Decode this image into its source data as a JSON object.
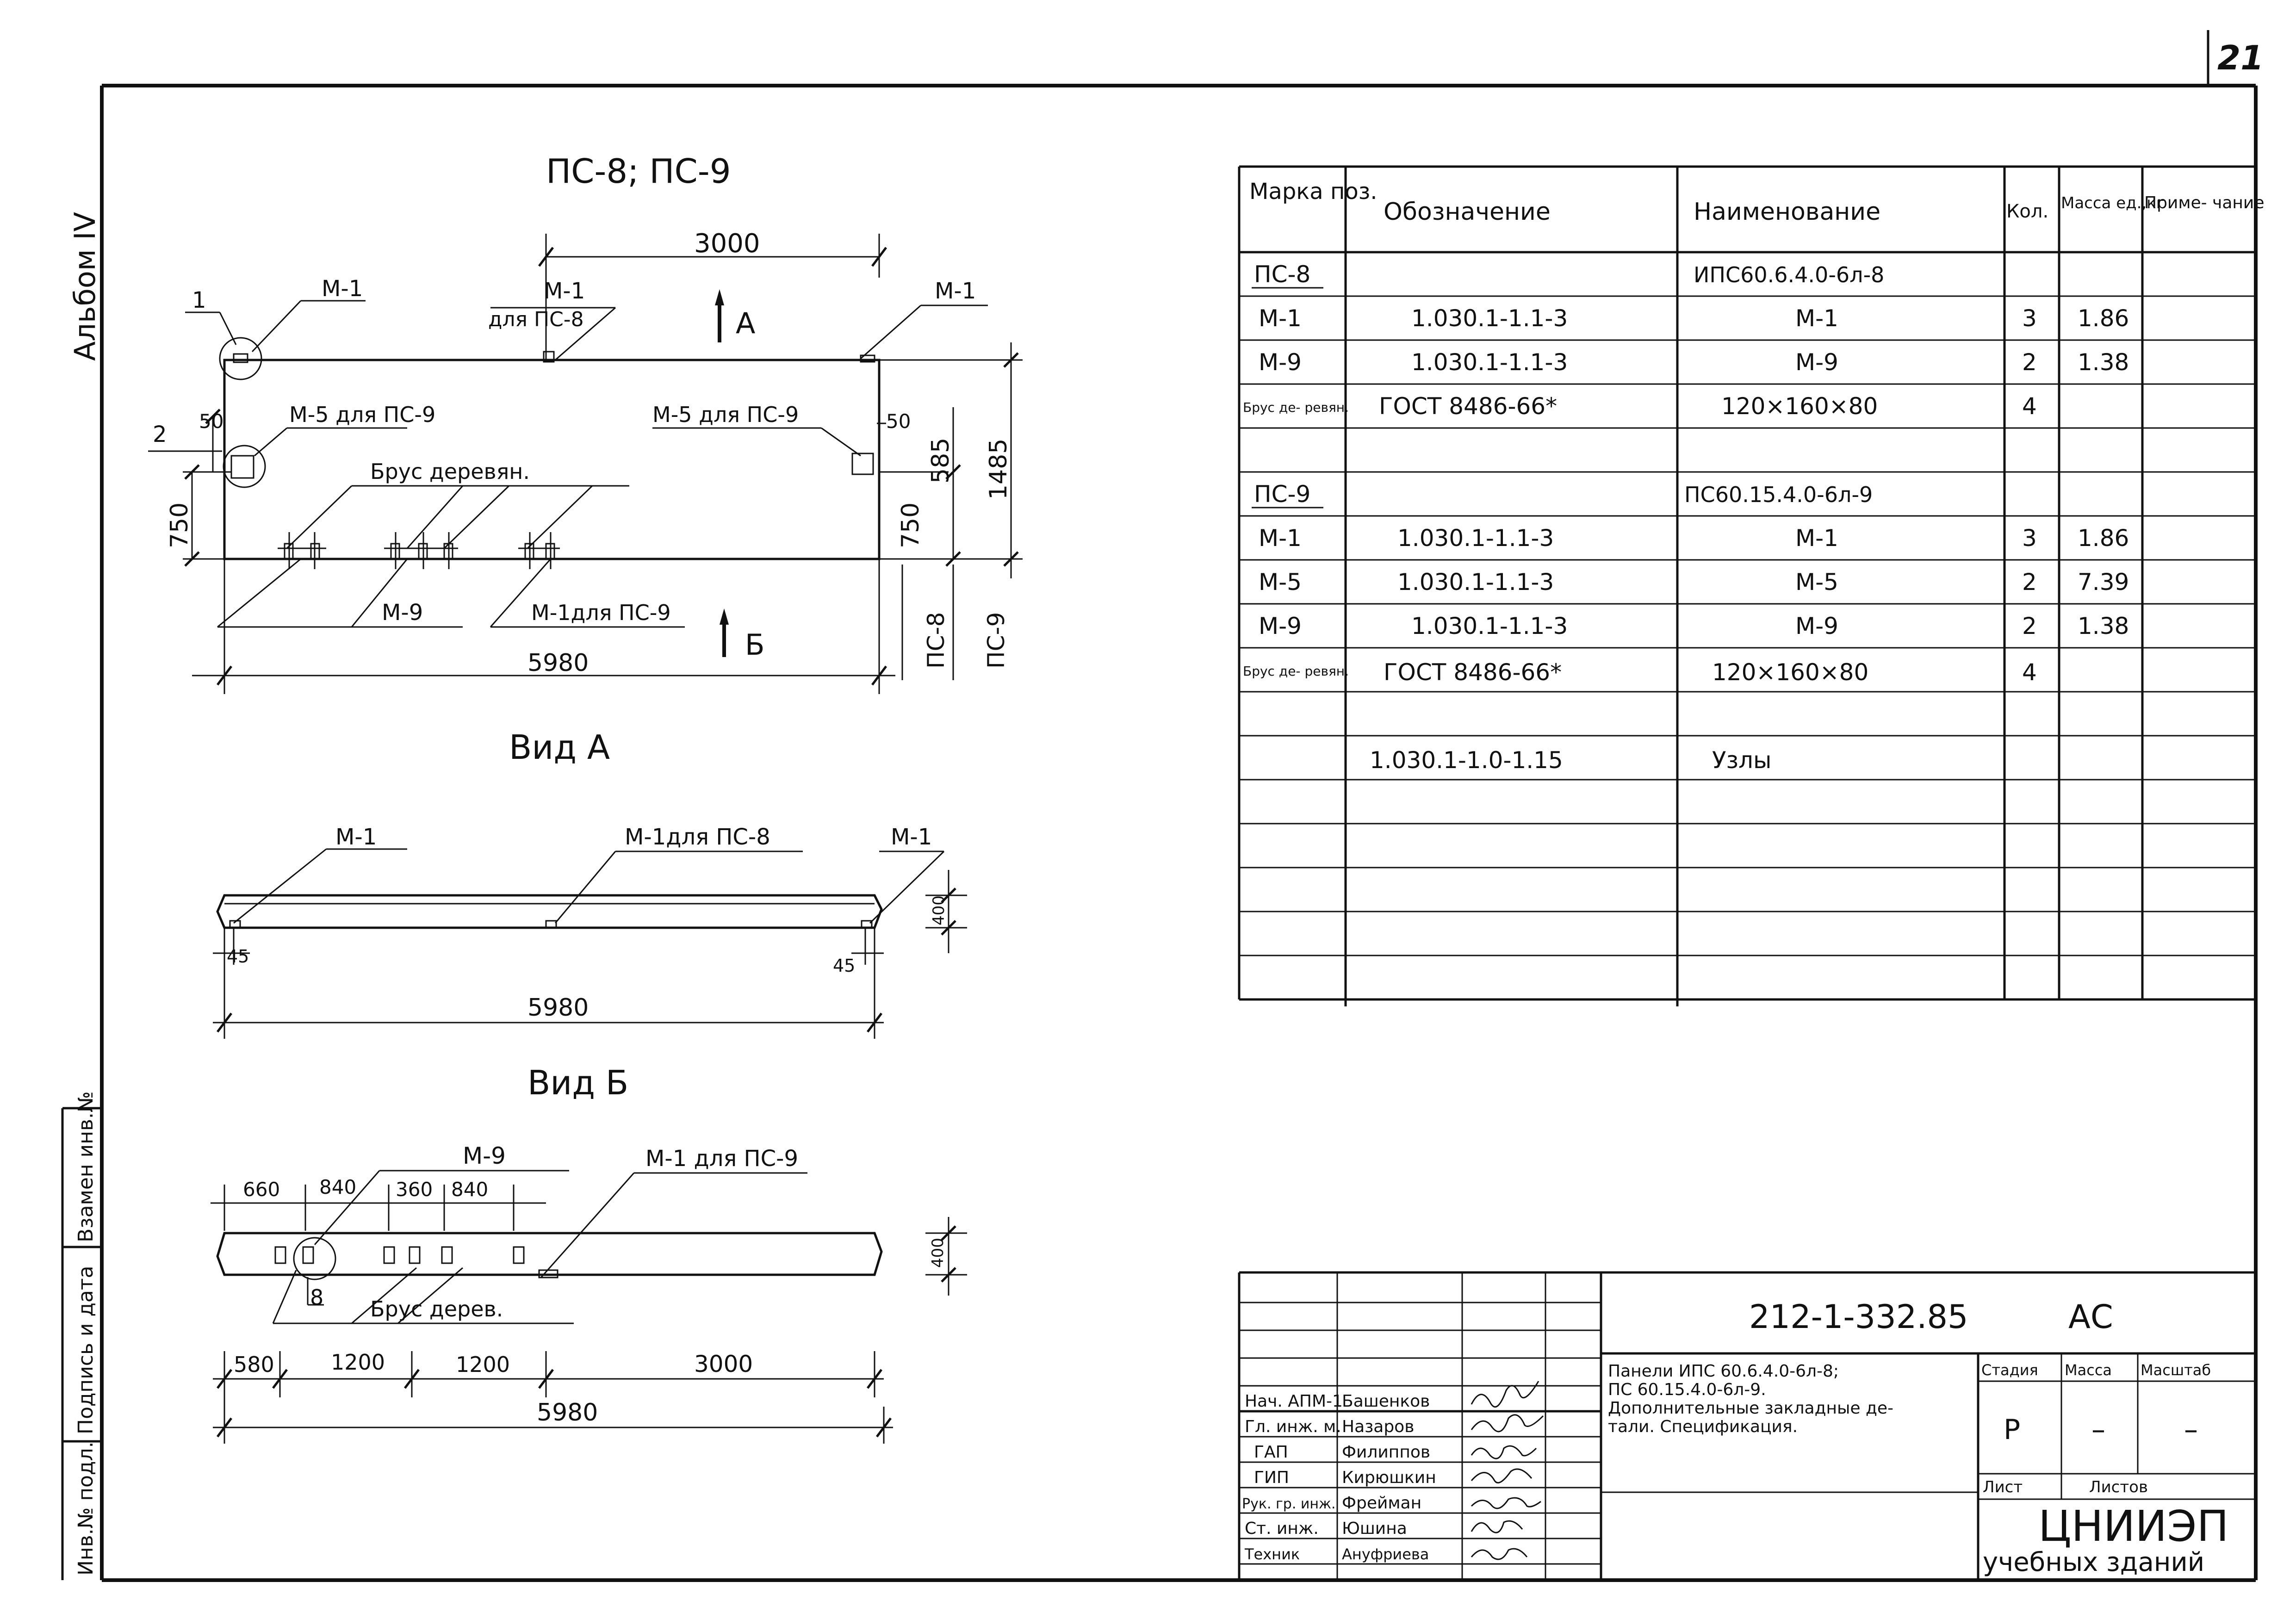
{
  "sheet": {
    "number": "21",
    "album": "Альбом IV",
    "side_stamp": [
      "Инв.№ подл.",
      "Подпись и дата",
      "Взамен инв.№"
    ]
  },
  "drawing_main": {
    "title": "ПС-8; ПС-9",
    "dim_3000": "3000",
    "dim_5980": "5980",
    "dim_1485": "1485",
    "dim_585": "585",
    "dim_750_left": "750",
    "dim_750_right": "750",
    "dim_50_left": "50",
    "dim_50_right": "50",
    "label_m1_left": "М-1",
    "label_m1_center": "М-1",
    "label_m1_center_sub": "для ПС-8",
    "label_m1_right": "М-1",
    "label_m5_left": "М-5 для ПС-9",
    "label_m5_right": "М-5 для ПС-9",
    "label_brus": "Брус деревян.",
    "label_m9": "М-9",
    "label_m1_ps9": "М-1для ПС-9",
    "pos_1": "1",
    "pos_2": "2",
    "view_a": "А",
    "view_b": "Б",
    "side_ps8": "ПС-8",
    "side_ps9": "ПС-9"
  },
  "view_a": {
    "title": "Вид А",
    "label_m1_left": "М-1",
    "label_m1_center": "М-1для ПС-8",
    "label_m1_right": "М-1",
    "dim_45_left": "45",
    "dim_45_right": "45",
    "dim_400": "400",
    "dim_5980": "5980"
  },
  "view_b": {
    "title": "Вид Б",
    "dim_660": "660",
    "dim_840_a": "840",
    "dim_360": "360",
    "dim_840_b": "840",
    "label_m9": "М-9",
    "label_m1_ps9": "М-1 для ПС-9",
    "pos_8": "8",
    "label_brus": "Брус дерев.",
    "dim_400": "400",
    "dim_580": "580",
    "dim_1200_a": "1200",
    "dim_1200_b": "1200",
    "dim_3000": "3000",
    "dim_5980": "5980"
  },
  "spec": {
    "headers": [
      "Марка поз.",
      "Обозначение",
      "Наименование",
      "Кол.",
      "Масса ед.,кг",
      "Приме- чание"
    ],
    "rows": [
      {
        "mark": "ПС-8",
        "des": "",
        "name": "ИПС60.6.4.0-6л-8",
        "qty": "",
        "mass": ""
      },
      {
        "mark": "М-1",
        "des": "1.030.1-1.1-3",
        "name": "М-1",
        "qty": "3",
        "mass": "1.86"
      },
      {
        "mark": "М-9",
        "des": "1.030.1-1.1-3",
        "name": "М-9",
        "qty": "2",
        "mass": "1.38"
      },
      {
        "mark": "Брус де- ревян.",
        "des": "ГОСТ 8486-66*",
        "name": "120×160×80",
        "qty": "4",
        "mass": ""
      },
      {
        "mark": "",
        "des": "",
        "name": "",
        "qty": "",
        "mass": ""
      },
      {
        "mark": "ПС-9",
        "des": "",
        "name": "ПС60.15.4.0-6л-9",
        "qty": "",
        "mass": ""
      },
      {
        "mark": "М-1",
        "des": "1.030.1-1.1-3",
        "name": "М-1",
        "qty": "3",
        "mass": "1.86"
      },
      {
        "mark": "М-5",
        "des": "1.030.1-1.1-3",
        "name": "М-5",
        "qty": "2",
        "mass": "7.39"
      },
      {
        "mark": "М-9",
        "des": "1.030.1-1.1-3",
        "name": "М-9",
        "qty": "2",
        "mass": "1.38"
      },
      {
        "mark": "Брус де- ревян.",
        "des": "ГОСТ 8486-66*",
        "name": "120×160×80",
        "qty": "4",
        "mass": ""
      },
      {
        "mark": "",
        "des": "",
        "name": "",
        "qty": "",
        "mass": ""
      },
      {
        "mark": "",
        "des": "1.030.1-1.0-1.15",
        "name": "Узлы",
        "qty": "",
        "mass": ""
      }
    ]
  },
  "title_block": {
    "code": "212-1-332.85",
    "suffix": "АС",
    "description_1": "Панели ИПС 60.6.4.0-6л-8;",
    "description_2": "ПС 60.15.4.0-6л-9.",
    "description_3": "Дополнительные закладные де-",
    "description_4": "тали. Спецификация.",
    "stage_label": "Стадия",
    "mass_label": "Масса",
    "scale_label": "Масштаб",
    "stage": "Р",
    "mass": "–",
    "scale": "–",
    "sheet_label": "Лист",
    "sheets_label": "Листов",
    "org_1": "ЦНИИЭП",
    "org_2": "учебных зданий",
    "staff": [
      {
        "role": "Нач. АПМ-1",
        "name": "Башенков"
      },
      {
        "role": "Гл. инж. м.",
        "name": "Назаров"
      },
      {
        "role": "ГАП",
        "name": "Филиппов"
      },
      {
        "role": "ГИП",
        "name": "Кирюшкин"
      },
      {
        "role": "Рук. гр. инж.",
        "name": "Фрейман"
      },
      {
        "role": "Ст. инж.",
        "name": "Юшина"
      },
      {
        "role": "Техник",
        "name": "Ануфриева"
      }
    ]
  }
}
